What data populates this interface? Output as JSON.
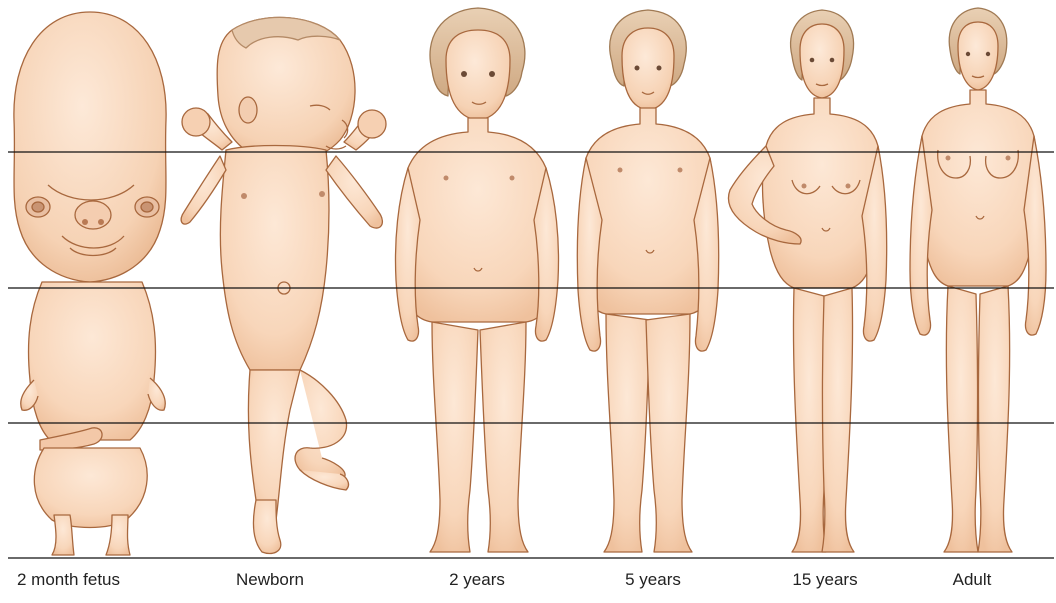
{
  "figure": {
    "captions": [
      "2 month fetus",
      "Newborn",
      "2 years",
      "5 years",
      "15 years",
      "Adult"
    ]
  },
  "colors": {
    "skin": "#f9d8bd",
    "skin_shade": "#eec3a0",
    "outline": "#a8683e",
    "hair": "#dcbfa0",
    "hair_line": "#a07a54",
    "reference_line": "#111111",
    "background": "#ffffff"
  }
}
